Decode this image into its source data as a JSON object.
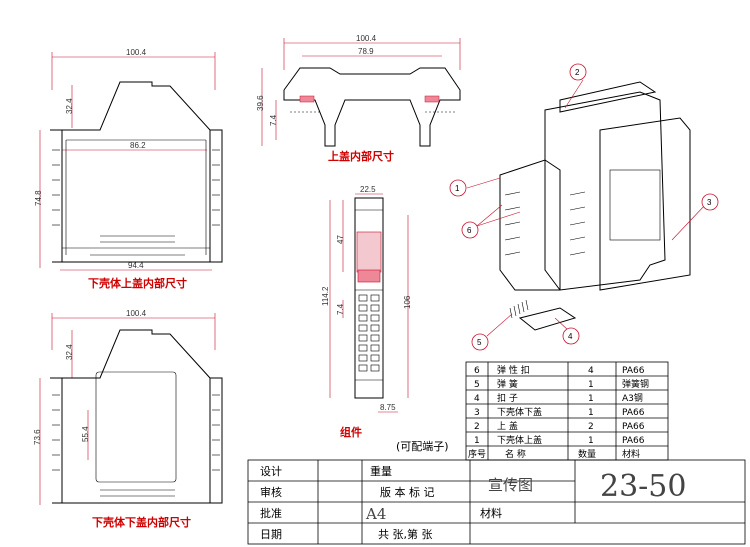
{
  "views": {
    "lower_shell_upper_cover": {
      "caption": "下壳体上盖内部尺寸",
      "dims": {
        "width_top": "100.4",
        "inner_width": "86.2",
        "bottom_width": "94.4",
        "height": "74.8",
        "top_height": "32.4"
      }
    },
    "top_cover": {
      "caption": "上盖内部尺寸",
      "dims": {
        "width_outer": "100.4",
        "width_inner": "78.9",
        "height": "39.6",
        "small": "7.4"
      }
    },
    "assembly": {
      "caption": "组件",
      "dims": {
        "top_width": "22.5",
        "upper": "47",
        "mid": "7.4",
        "total_height": "114.2",
        "right_height": "106",
        "bottom_width": "8.75"
      },
      "note": "(可配端子)"
    },
    "lower_shell_lower_cover": {
      "caption": "下壳体下盖内部尺寸",
      "dims": {
        "width_top": "100.4",
        "top_height": "32.4",
        "inner_height": "55.4",
        "height": "73.6"
      }
    },
    "exploded": {
      "callouts": [
        "1",
        "2",
        "3",
        "4",
        "5",
        "6"
      ]
    }
  },
  "parts_list": {
    "rows": [
      {
        "no": "6",
        "name": "弹 性 扣",
        "qty": "4",
        "material": "PA66"
      },
      {
        "no": "5",
        "name": "弹 簧",
        "qty": "1",
        "material": "弹簧钢"
      },
      {
        "no": "4",
        "name": "扣 子",
        "qty": "1",
        "material": "A3钢"
      },
      {
        "no": "3",
        "name": "下壳体下盖",
        "qty": "1",
        "material": "PA66"
      },
      {
        "no": "2",
        "name": "上 盖",
        "qty": "2",
        "material": "PA66"
      },
      {
        "no": "1",
        "name": "下壳体上盖",
        "qty": "1",
        "material": "PA66"
      }
    ],
    "header": {
      "no": "序号",
      "name": "名 称",
      "qty": "数量",
      "material": "材料"
    }
  },
  "title_block": {
    "design_label": "设计",
    "check_label": "审核",
    "approve_label": "批准",
    "date_label": "日期",
    "weight_label": "重量",
    "version_label": "版 本 标 记",
    "paper_size": "A4",
    "sheets_label": "共 张,第 张",
    "drawing_name": "宣传图",
    "material_label": "材料",
    "drawing_number": "23-50"
  }
}
